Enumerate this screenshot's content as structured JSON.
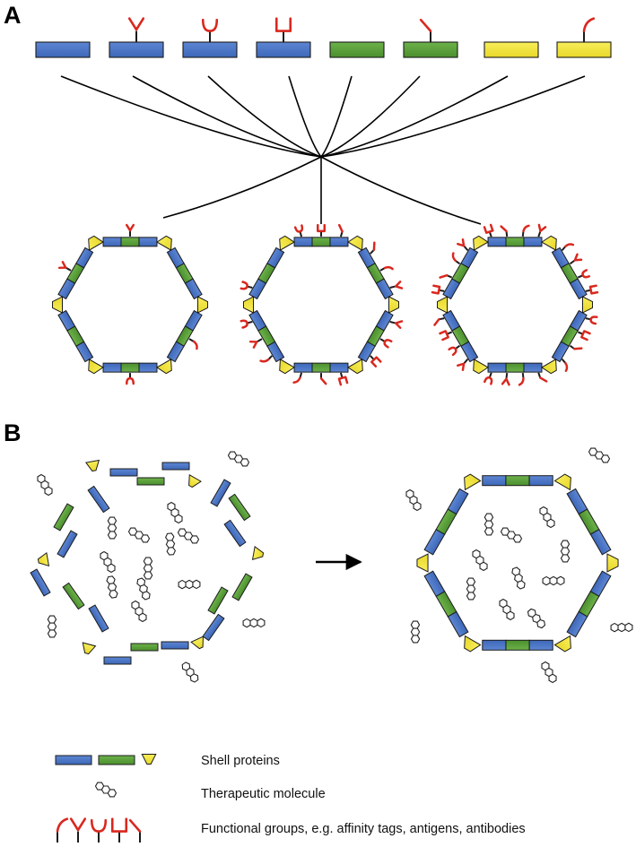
{
  "panels": {
    "a": {
      "label": "A"
    },
    "b": {
      "label": "B"
    }
  },
  "colors": {
    "blue": "#4a74c4",
    "green": "#5a9e3a",
    "yellow": "#f2e53c",
    "red": "#d9281f",
    "outline": "#1c1c1c"
  },
  "panel_a": {
    "building_blocks": [
      {
        "color": "blue",
        "group": "none"
      },
      {
        "color": "blue",
        "group": "antibody"
      },
      {
        "color": "blue",
        "group": "cup"
      },
      {
        "color": "blue",
        "group": "fork"
      },
      {
        "color": "green",
        "group": "none"
      },
      {
        "color": "green",
        "group": "tilt"
      },
      {
        "color": "yellow",
        "group": "none"
      },
      {
        "color": "yellow",
        "group": "hook"
      }
    ],
    "assemblies": [
      {
        "functionalization": "sparse"
      },
      {
        "functionalization": "medium"
      },
      {
        "functionalization": "dense"
      }
    ]
  },
  "panel_b": {
    "state_before": "unassembled shell proteins with free therapeutic molecules",
    "state_after": "assembled shell encapsulating therapeutic molecules",
    "arrow": "assembly"
  },
  "legend": {
    "items": [
      {
        "key": "shell",
        "label": "Shell proteins"
      },
      {
        "key": "molecule",
        "label": "Therapeutic molecule"
      },
      {
        "key": "groups",
        "label": "Functional groups, e.g. affinity tags, antigens, antibodies"
      }
    ]
  }
}
